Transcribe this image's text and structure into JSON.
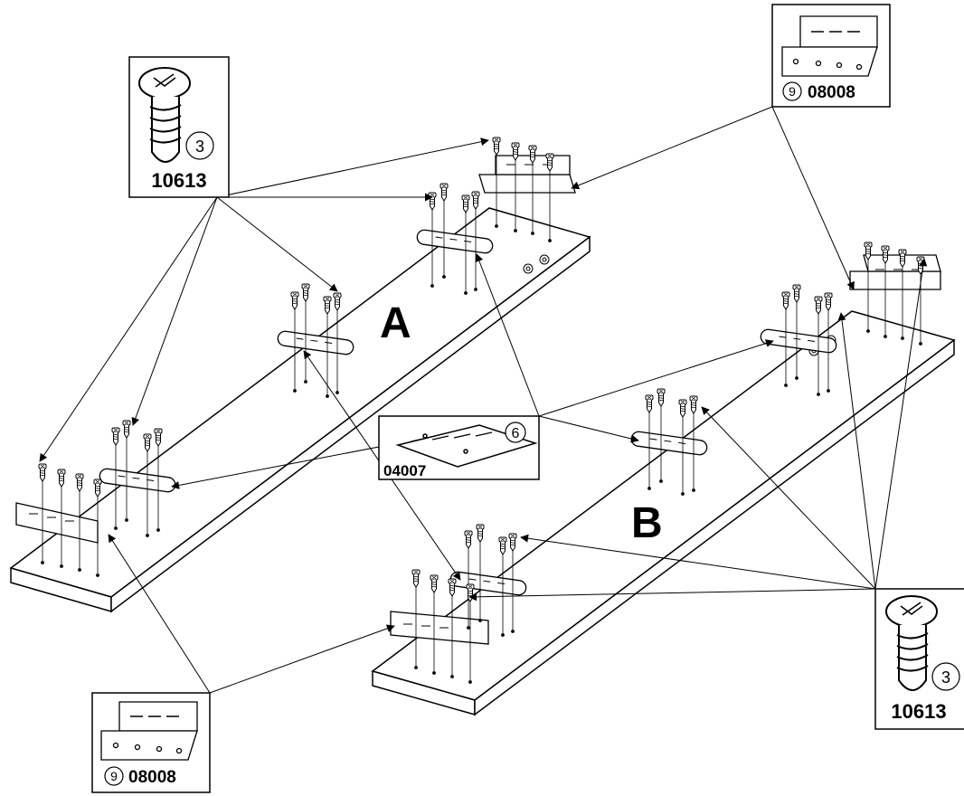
{
  "parts": {
    "screw_top": {
      "code": "10613",
      "qty": "3",
      "icon": "pan-head-screw-icon"
    },
    "screw_bottom": {
      "code": "10613",
      "qty": "3",
      "icon": "pan-head-screw-icon"
    },
    "bracket_top": {
      "code": "08008",
      "qty": "9",
      "icon": "angle-bracket-icon"
    },
    "bracket_bottom": {
      "code": "08008",
      "qty": "9",
      "icon": "angle-bracket-icon"
    },
    "plate": {
      "code": "04007",
      "qty": "6",
      "icon": "connector-plate-icon"
    }
  },
  "panels": {
    "a_label": "A",
    "b_label": "B"
  },
  "colors": {
    "ink": "#000000",
    "paper": "#ffffff"
  }
}
